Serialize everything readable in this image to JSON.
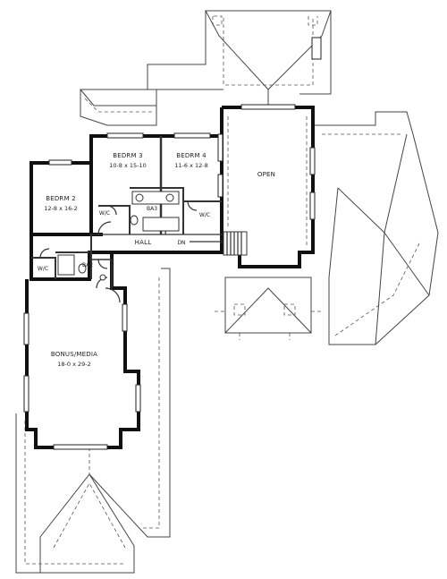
{
  "rooms": {
    "bedrm2": {
      "name": "BEDRM 2",
      "dims": "12-8 x 16-2"
    },
    "bedrm3": {
      "name": "BEDRM 3",
      "dims": "10-8 x 15-10"
    },
    "bedrm4": {
      "name": "BEDRM 4",
      "dims": "11-6 x 12-8"
    },
    "open": {
      "name": "OPEN"
    },
    "bonus": {
      "name": "BONUS/MEDIA",
      "dims": "18-0 x 29-2"
    },
    "hall": {
      "name": "HALL"
    },
    "ba3": {
      "name": "BA3"
    },
    "ba2": {
      "name": "BA2"
    },
    "wic_b2": {
      "name": "W/C"
    },
    "wic_b3": {
      "name": "W/C"
    },
    "wic_b4": {
      "name": "W/C"
    }
  },
  "stair": {
    "label": "DN"
  }
}
